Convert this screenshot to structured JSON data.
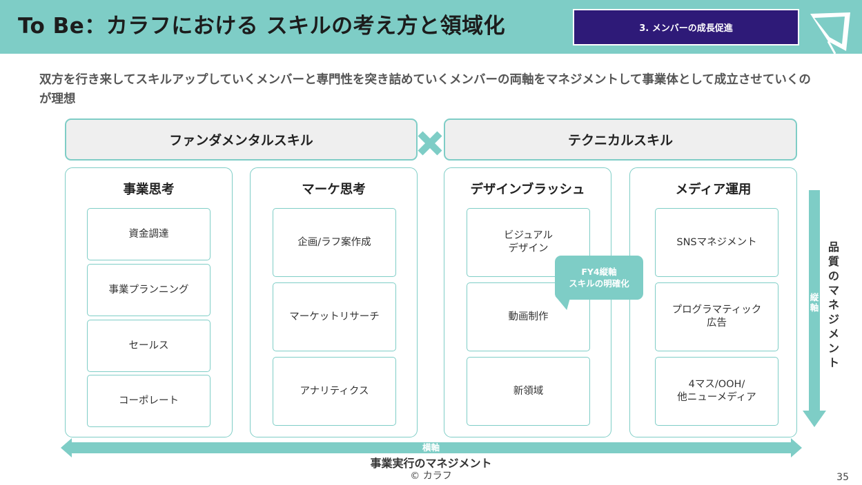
{
  "header": {
    "title": "To Be：カラフにおける スキルの考え方と領域化",
    "section": "3. メンバーの成長促進"
  },
  "lead": "双方を行き来してスキルアップしていくメンバーと専門性を突き詰めていくメンバーの両軸をマネジメントして事業体として成立させていくのが理想",
  "categories": {
    "fundamental": "ファンダメンタルスキル",
    "technical": "テクニカルスキル"
  },
  "columns": [
    {
      "title": "事業思考",
      "items": [
        "資金調達",
        "事業プランニング",
        "セールス",
        "コーポレート"
      ]
    },
    {
      "title": "マーケ思考",
      "items": [
        "企画/ラフ案作成",
        "マーケットリサーチ",
        "アナリティクス"
      ]
    },
    {
      "title": "デザインブラッシュ",
      "items": [
        "ビジュアル\nデザイン",
        "動画制作",
        "新領域"
      ]
    },
    {
      "title": "メディア運用",
      "items": [
        "SNSマネジメント",
        "プログラマティック\n広告",
        "4マス/OOH/\n他ニューメディア"
      ]
    }
  ],
  "callout": "FY4縦軸\nスキルの明確化",
  "axes": {
    "vertical_arrow": "縦軸",
    "vertical_caption": "品質のマネジメント",
    "horizontal_arrow": "横軸",
    "horizontal_caption": "事業実行のマネジメント"
  },
  "footer": {
    "copyright": "© カラフ",
    "page": "35"
  },
  "colors": {
    "teal": "#7ecdc6",
    "navy": "#2e1a78",
    "box_fill": "#efefef"
  }
}
